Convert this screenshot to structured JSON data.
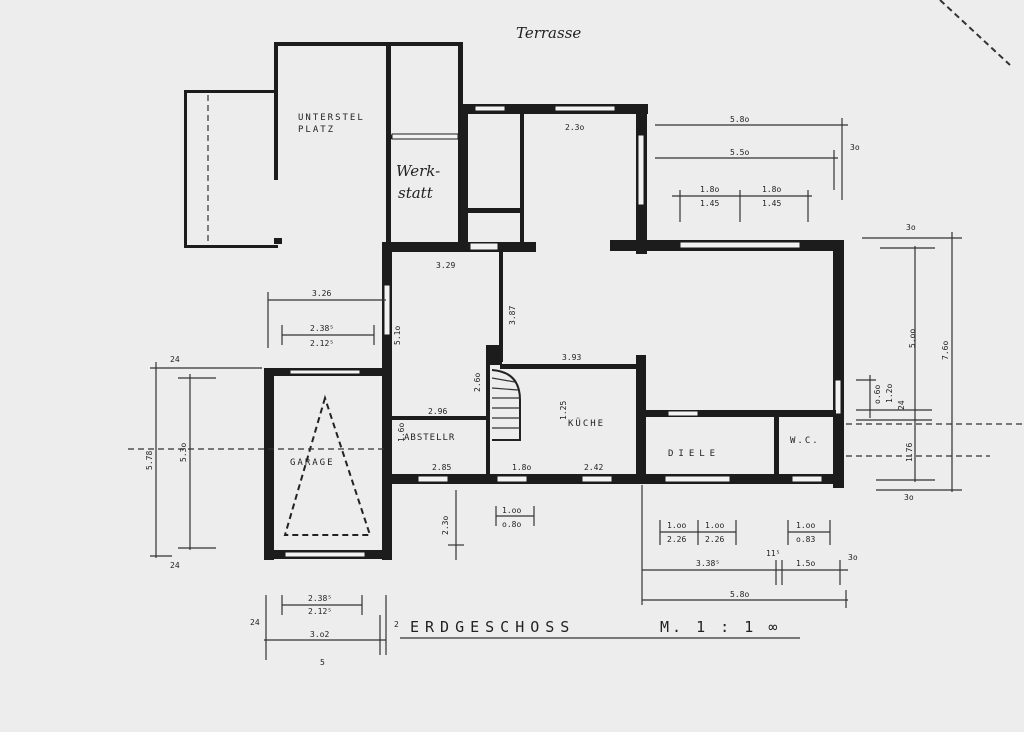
{
  "title": {
    "text": "ERDGESCHOSS",
    "scale": "M. 1 : 1 ∞"
  },
  "rooms": {
    "terrasse": "Terrasse",
    "unterstellplatz_line1": "UNTERSTEL",
    "unterstellplatz_line2": "PLATZ",
    "werkstatt_line1": "Werk-",
    "werkstatt_line2": "statt",
    "garage": "GARAGE",
    "abstellr": "ABSTELLR",
    "kueche": "KÜCHE",
    "diele": "DIELE",
    "wc": "W.C."
  },
  "dimensions": {
    "d_580_top": "5.8o",
    "d_550_top": "5.5o",
    "d_30_top": "3o",
    "d_230": "2.3o",
    "d_180_a": "1.8o",
    "d_145_a": "1.45",
    "d_180_b": "1.8o",
    "d_145_b": "1.45",
    "d_329": "3.29",
    "d_326": "3.26",
    "d_238_a": "2.38⁵",
    "d_212_a": "2.12⁵",
    "d_510": "5.1o",
    "d_387": "3.87",
    "d_393": "3.93",
    "d_260": "2.6o",
    "d_296": "2.96",
    "d_125": "1.25",
    "d_160": "1.6o",
    "d_285": "2.85",
    "d_180_c": "1.8o",
    "d_242": "2.42",
    "d_24_a": "24",
    "d_578": "5.78",
    "d_530": "5.3o",
    "d_24_b": "24",
    "d_100_a": "1.oo",
    "d_080": "o.8o",
    "d_230_b": "2.3o",
    "d_100_b": "1.oo",
    "d_226_a": "2.26",
    "d_100_c": "1.oo",
    "d_226_b": "2.26",
    "d_100_d": "1.oo",
    "d_083": "o.83",
    "d_3385": "3.38⁵",
    "d_115": "11⁵",
    "d_150": "1.5o",
    "d_30_r": "3o",
    "d_580_bot": "5.8o",
    "d_238_b": "2.38⁵",
    "d_212_b": "2.12⁵",
    "d_302": "3.o2",
    "d_24_c": "24",
    "d_2": "2",
    "d_5": "5",
    "d_30_rt": "3o",
    "d_500": "5.oo",
    "d_760": "7.6o",
    "d_120": "1.2o",
    "d_060": "o.6o",
    "d_24_d": "24",
    "d_176": "1.76",
    "d_30_rb": "3o"
  }
}
